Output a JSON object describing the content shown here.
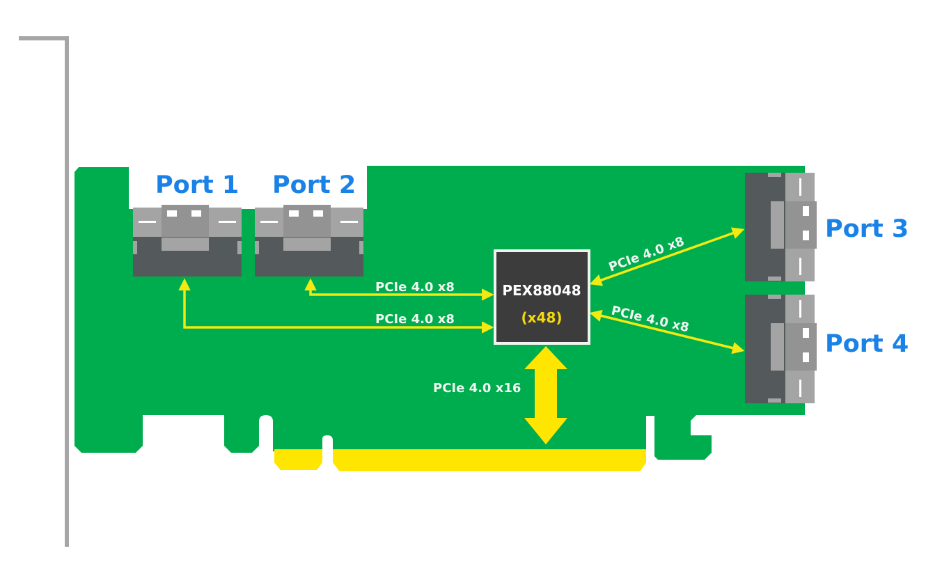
{
  "diagram": {
    "title": "PCIe 4.0 switch card block diagram",
    "colors": {
      "board": "#00ad4e",
      "gold_fingers": "#ffe600",
      "bracket": "#a6a6a6",
      "connector_dark": "#545a5c",
      "connector_light": "#a4a4a4",
      "connector_mid": "#939393",
      "chip_body": "#3c3c3c",
      "chip_border": "#f2f2f2",
      "arrow": "#f2ea10",
      "port_label": "#1a82e6"
    },
    "chip": {
      "name": "PEX88048",
      "lanes": "(x48)"
    },
    "ports": [
      {
        "label": "Port 1",
        "link": "PCIe 4.0 x8"
      },
      {
        "label": "Port 2",
        "link": "PCIe 4.0 x8"
      },
      {
        "label": "Port 3",
        "link": "PCIe 4.0 x8"
      },
      {
        "label": "Port 4",
        "link": "PCIe 4.0 x8"
      }
    ],
    "host_link": "PCIe 4.0 x16"
  }
}
